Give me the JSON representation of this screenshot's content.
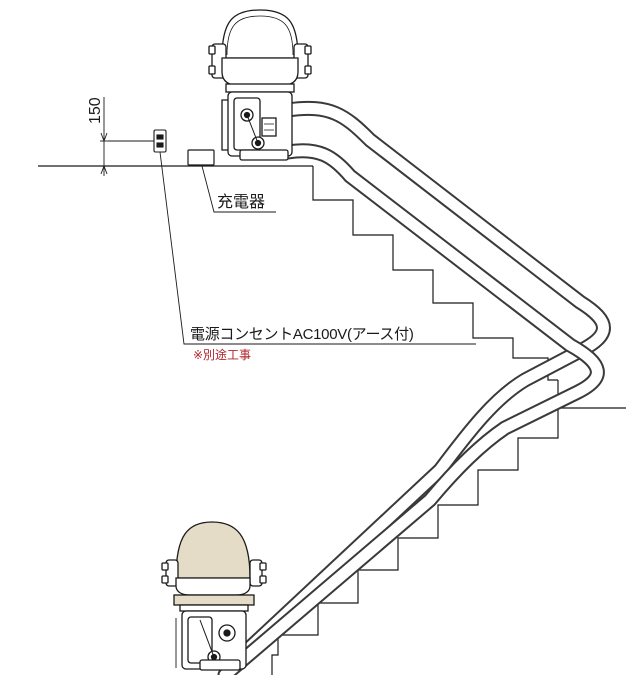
{
  "labels": {
    "charger": "充電器",
    "outlet": "電源コンセントAC100V(アース付)",
    "note": "※別途工事",
    "dimension": "150"
  },
  "colors": {
    "line": "#1a1a1a",
    "note": "#b0242a",
    "seat_cushion": "#e4dcc7",
    "background": "#ffffff"
  }
}
